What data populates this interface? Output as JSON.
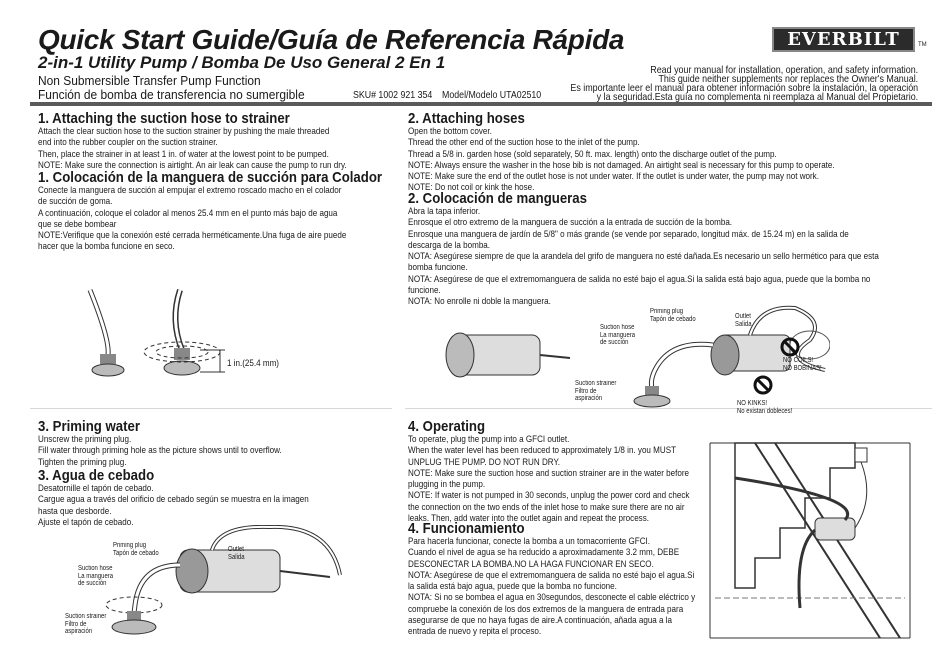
{
  "header": {
    "title": "Quick Start Guide/Guía de Referencia Rápida",
    "subtitle": "2-in-1 Utility Pump / Bomba De Uso General 2 En 1",
    "function_en": "Non Submersible Transfer Pump Function",
    "function_es": "Función de bomba de transferencia no sumergible",
    "sku": "SKU# 1002 921 354",
    "model": "Model/Modelo  UTA02510",
    "logo": "EVERBILT",
    "tm": "TM",
    "notice": "Read your manual for installation, operation, and safety information.\nThis guide neither supplements nor replaces the Owner's Manual.\nEs importante leer el manual para obtener información sobre la instalación, la operación\ny la seguridad.Esta guía no complementa ni reemplaza al Manual del Propietario."
  },
  "sections": {
    "s1_en": {
      "heading": "1. Attaching the suction hose to strainer",
      "body": "Attach the clear suction hose to the suction strainer by pushing the male threaded\nend into the rubber coupler on the suction strainer.\nThen, place the strainer in at least 1 in. of water at the lowest point to be pumped.\nNOTE: Make sure the connection is airtight. An air leak can cause the pump to run dry."
    },
    "s1_es": {
      "heading": "1. Colocación de la manguera de succión para Colador",
      "body": "Conecte la manguera de succión al empujar el extremo roscado macho en el colador\nde succión de goma.\nA continuación, coloque el colador al menos 25.4 mm en el punto más bajo de agua\nque se debe bombear\nNOTE:Verifique que la conexión esté cerrada herméticamente.Una fuga de aire puede\nhacer que la bomba funcione en seco."
    },
    "s1_figure": {
      "depth_label": "1 in.(25.4 mm)"
    },
    "s2_en": {
      "heading": "2. Attaching hoses",
      "body": "Open the bottom cover.\nThread the other end of the suction hose to the inlet of the pump.\nThread a 5/8 in. garden hose (sold separately, 50 ft. max. length) onto the discharge outlet of the pump.\nNOTE: Always ensure the washer in the hose bib is not damaged. An airtight seal is necessary for this pump to operate.\nNOTE: Make sure the end of the outlet hose is not under water. If the outlet is under water, the pump may not work.\nNOTE: Do not coil or kink the hose."
    },
    "s2_es": {
      "heading": "2. Colocación de mangueras",
      "body": "Abra la tapa inferior.\nEnrosque el otro extremo de la manguera de succión a la entrada de succión de la bomba.\nEnrosque una manguera de jardín de 5/8\" o más grande (se vende por separado, longitud máx. de 15.24 m) en la salida de\ndescarga de la bomba.\nNOTA: Asegúrese siempre de que la arandela del grifo de manguera no esté dañada.Es necesario un sello hermético para que esta\nbomba funcione.\nNOTA: Asegúrese de que el extremomanguera de salida no esté bajo el agua.Si la salida está bajo agua, puede que la bomba no\nfuncione.\nNOTA: No enrolle ni doble la manguera."
    },
    "s2_figure": {
      "priming_plug": "Priming plug\nTapón de cebado",
      "outlet": "Outlet\nSalida",
      "suction_hose": "Suction hose\nLa manguera\nde succión",
      "suction_strainer": "Suction strainer\nFiltro de\naspiración",
      "no_coils": "NO COILS!\nNO BOBINAS!",
      "no_kinks": "NO KINKS!\nNo existan dobleces!"
    },
    "s3_en": {
      "heading": "3. Priming water",
      "body": "Unscrew the priming plug.\nFill water through priming hole as the picture shows until to overflow.\nTighten the priming plug."
    },
    "s3_es": {
      "heading": "3. Agua de cebado",
      "body": "Desatornille el tapón de cebado.\nCargue agua a través del orificio de cebado según se muestra en la imagen\nhasta que desborde.\nAjuste el tapón de cebado."
    },
    "s3_figure": {
      "priming_plug": "Priming plug\nTapón de cebado",
      "outlet": "Outlet\nSalida",
      "suction_hose": "Suction hose\nLa manguera\nde succión",
      "suction_strainer": "Suction strainer\nFiltro de\naspiración"
    },
    "s4_en": {
      "heading": "4. Operating",
      "body": "To operate, plug the pump into a GFCI outlet.\n When the water level has been reduced to approximately 1/8 in. you MUST\nUNPLUG THE PUMP. DO NOT RUN DRY.\nNOTE: Make sure the suction hose and suction strainer are in the water before\nplugging in the pump.\nNOTE: If water is not pumped in 30 seconds, unplug the power cord and check\nthe connection on the two ends of the inlet hose to make sure there are no air\nleaks. Then, add water into the outlet again and repeat the process."
    },
    "s4_es": {
      "heading": "4. Funcionamiento",
      "body": "Para hacerla funcionar, conecte la bomba a un tomacorriente GFCI.\nCuando el nivel de agua se ha reducido a aproximadamente 3.2 mm, DEBE\nDESCONECTAR LA BOMBA.NO LA HAGA FUNCIONAR EN SECO.\nNOTA: Asegúrese de que el extremomanguera de salida no esté bajo el agua.Si\nla salida está bajo agua, puede que la bomba no funcione.\nNOTA: Si no se bombea el agua en 30segundos, desconecte el cable eléctrico y\ncompruebe la conexión de los dos extremos de la manguera de entrada para\nasegurarse de que no haya fugas de aire.A continuación, añada agua a la\nentrada de nuevo y repita el proceso."
    }
  }
}
